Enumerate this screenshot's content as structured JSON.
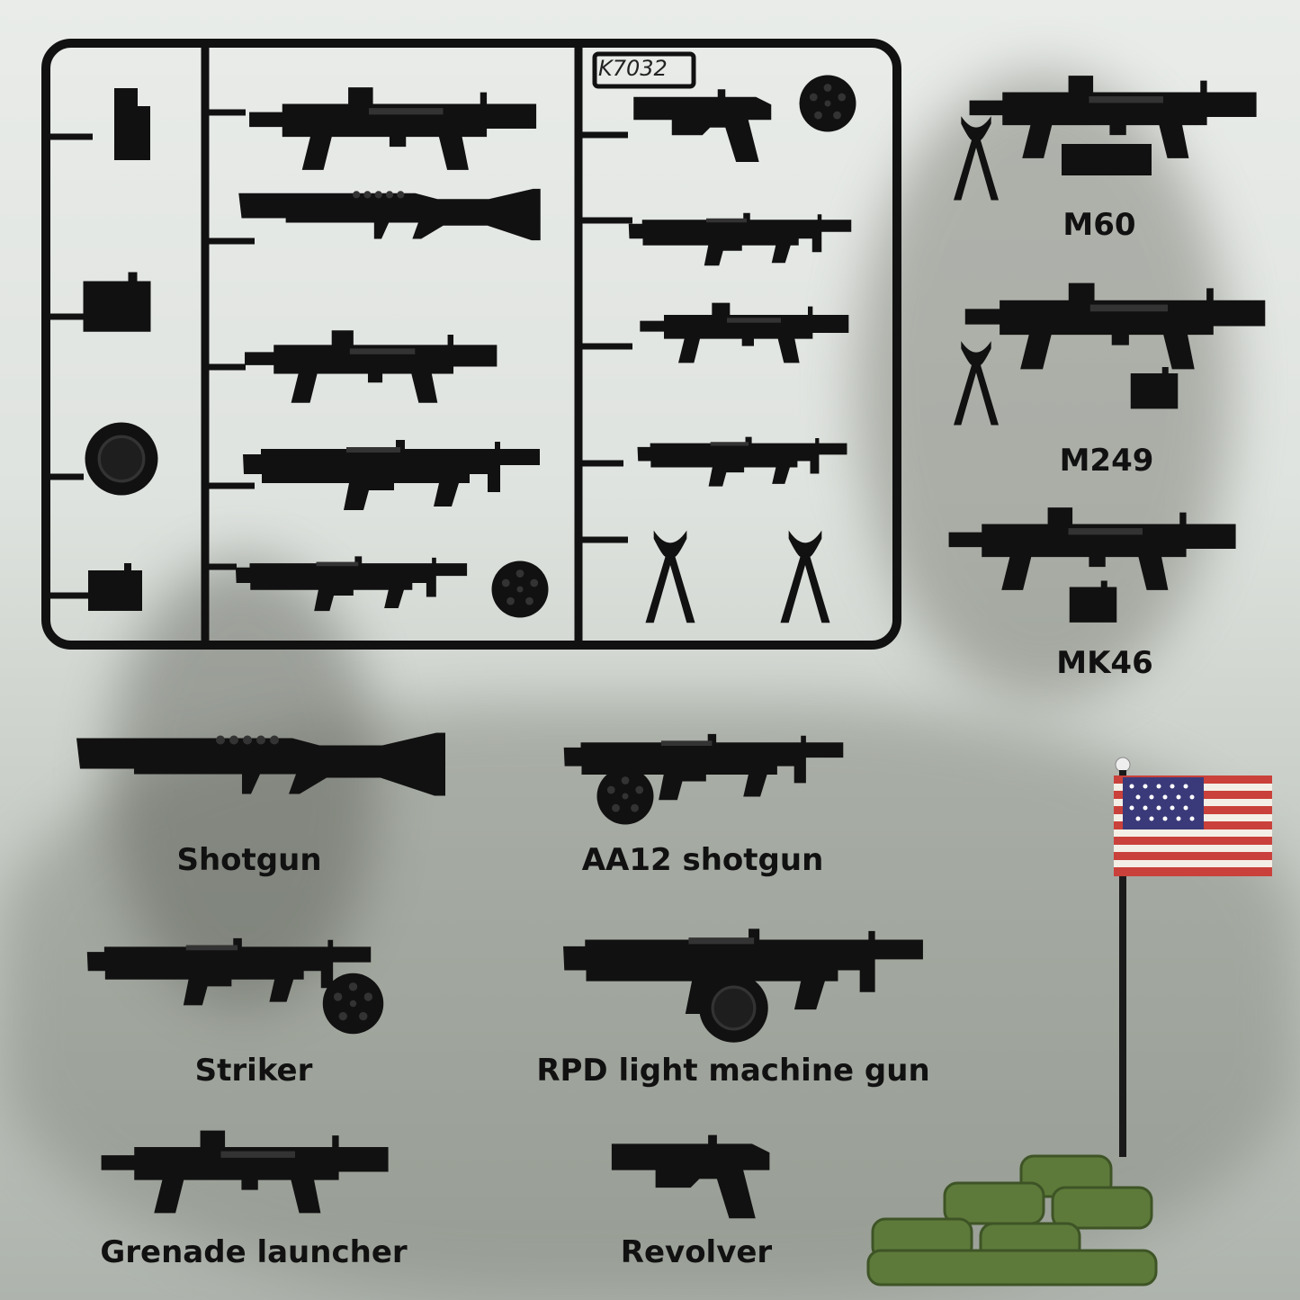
{
  "sprue": {
    "code": "K7032"
  },
  "labels": {
    "m60": "M60",
    "m249": "M249",
    "mk46": "MK46",
    "shotgun": "Shotgun",
    "aa12": "AA12 shotgun",
    "striker": "Striker",
    "rpd": "RPD light machine gun",
    "grenade_launcher": "Grenade launcher",
    "revolver": "Revolver"
  },
  "colors": {
    "plastic": "#111111",
    "sandbag": "#5d7a3a",
    "flag_red": "#c9413a",
    "flag_blue": "#3a3a7a"
  }
}
